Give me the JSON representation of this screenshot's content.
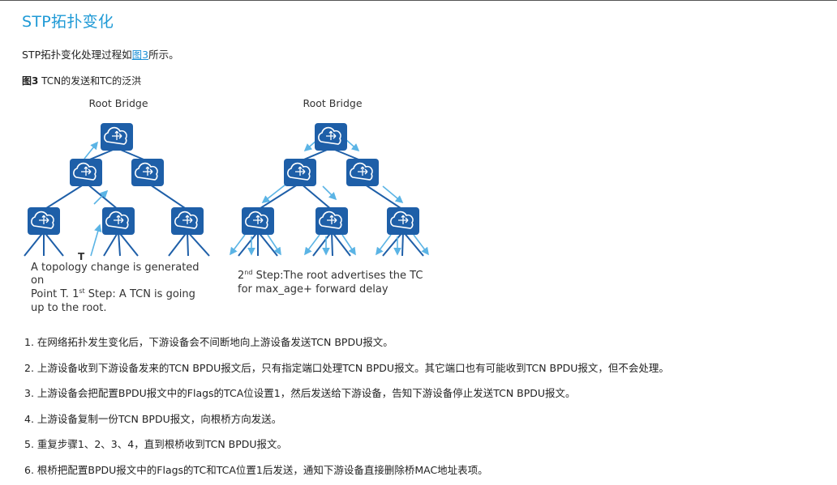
{
  "title": "STP拓扑变化",
  "intro": {
    "prefix": "STP拓扑变化处理过程如",
    "link": "图3",
    "suffix": "所示。"
  },
  "figure": {
    "caption_num": "图3",
    "caption_text": " TCN的发送和TC的泛洪",
    "left": {
      "root_label": "Root Bridge",
      "point_label": "T",
      "desc_line1": "A topology change is generated",
      "desc_line2": "on",
      "desc_line3_pre": "Point T. 1",
      "desc_line3_sup": "st",
      "desc_line3_post": " Step: A TCN is going",
      "desc_line4": "up to the root."
    },
    "right": {
      "root_label": "Root Bridge",
      "desc_line1_pre": "2",
      "desc_line1_sup": "nd",
      "desc_line1_post": " Step:The root advertises the TC",
      "desc_line2": "for max_age+ forward delay"
    },
    "colors": {
      "switch_fill": "#1e5fa8",
      "link": "#1e5fa8",
      "arrow": "#5bb4e5"
    },
    "icon": "switch-cloud-icon"
  },
  "steps": [
    "1. 在网络拓扑发生变化后，下游设备会不间断地向上游设备发送TCN BPDU报文。",
    "2. 上游设备收到下游设备发来的TCN BPDU报文后，只有指定端口处理TCN BPDU报文。其它端口也有可能收到TCN BPDU报文，但不会处理。",
    "3. 上游设备会把配置BPDU报文中的Flags的TCA位设置1，然后发送给下游设备，告知下游设备停止发送TCN BPDU报文。",
    "4. 上游设备复制一份TCN BPDU报文，向根桥方向发送。",
    "5. 重复步骤1、2、3、4，直到根桥收到TCN BPDU报文。",
    "6. 根桥把配置BPDU报文中的Flags的TC和TCA位置1后发送，通知下游设备直接删除桥MAC地址表项。"
  ]
}
